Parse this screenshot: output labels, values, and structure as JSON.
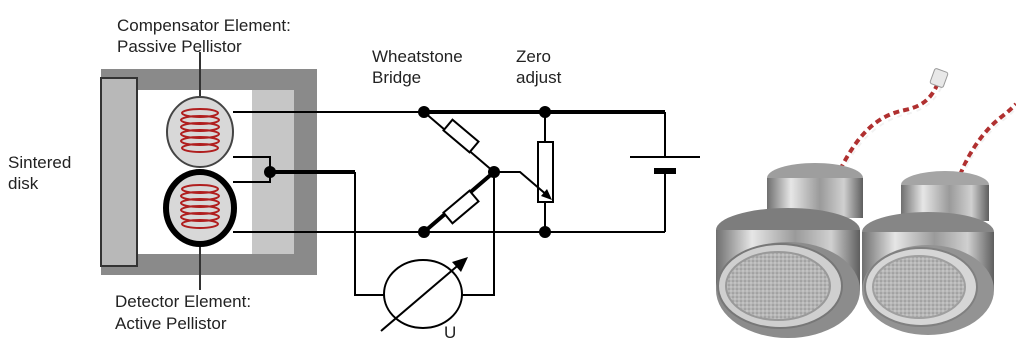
{
  "labels": {
    "compensator_line1": "Compensator Element:",
    "compensator_line2": "Passive Pellistor",
    "detector_line1": "Detector Element:",
    "detector_line2": "Active Pellistor",
    "sintered_line1": "Sintered",
    "sintered_line2": "disk",
    "wheatstone_line1": "Wheatstone",
    "wheatstone_line2": "Bridge",
    "zero_line1": "Zero",
    "zero_line2": "adjust",
    "meter": "U"
  },
  "colors": {
    "housing": "#8a8a8a",
    "housing_inner": "#ffffff",
    "disk": "#b8b8b8",
    "pellistor_fill": "#d8d8d8",
    "coil": "#b01e1e",
    "wire": "#000000"
  },
  "icons": {
    "meter": "voltmeter-icon",
    "battery": "battery-icon",
    "sensor_photo": "gas-sensor-photo"
  }
}
